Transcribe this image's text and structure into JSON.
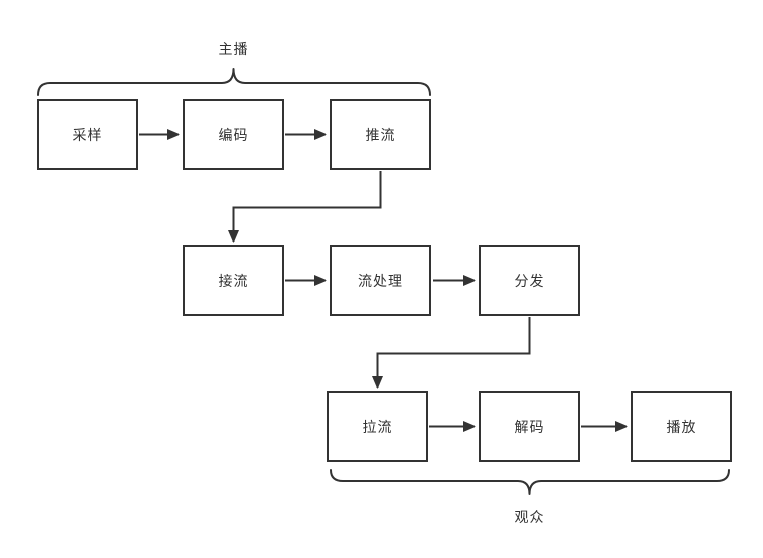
{
  "diagram": {
    "background": "#ffffff",
    "stroke_color": "#333333",
    "text_color": "#333333",
    "groups": {
      "anchor": {
        "label": "主播",
        "position": "above-top-row"
      },
      "audience": {
        "label": "观众",
        "position": "below-bottom-row"
      }
    },
    "nodes": [
      {
        "id": "sampling",
        "label": "采样"
      },
      {
        "id": "encoding",
        "label": "编码"
      },
      {
        "id": "push-stream",
        "label": "推流"
      },
      {
        "id": "receive-stream",
        "label": "接流"
      },
      {
        "id": "stream-processing",
        "label": "流处理"
      },
      {
        "id": "distribution",
        "label": "分发"
      },
      {
        "id": "pull-stream",
        "label": "拉流"
      },
      {
        "id": "decoding",
        "label": "解码"
      },
      {
        "id": "playback",
        "label": "播放"
      }
    ],
    "edges": [
      {
        "from": "采样",
        "to": "编码",
        "type": "straight-arrow"
      },
      {
        "from": "编码",
        "to": "推流",
        "type": "straight-arrow"
      },
      {
        "from": "推流",
        "to": "接流",
        "type": "elbow-arrow"
      },
      {
        "from": "接流",
        "to": "流处理",
        "type": "straight-arrow"
      },
      {
        "from": "流处理",
        "to": "分发",
        "type": "straight-arrow"
      },
      {
        "from": "分发",
        "to": "拉流",
        "type": "elbow-arrow"
      },
      {
        "from": "拉流",
        "to": "解码",
        "type": "straight-arrow"
      },
      {
        "from": "解码",
        "to": "播放",
        "type": "straight-arrow"
      }
    ]
  }
}
